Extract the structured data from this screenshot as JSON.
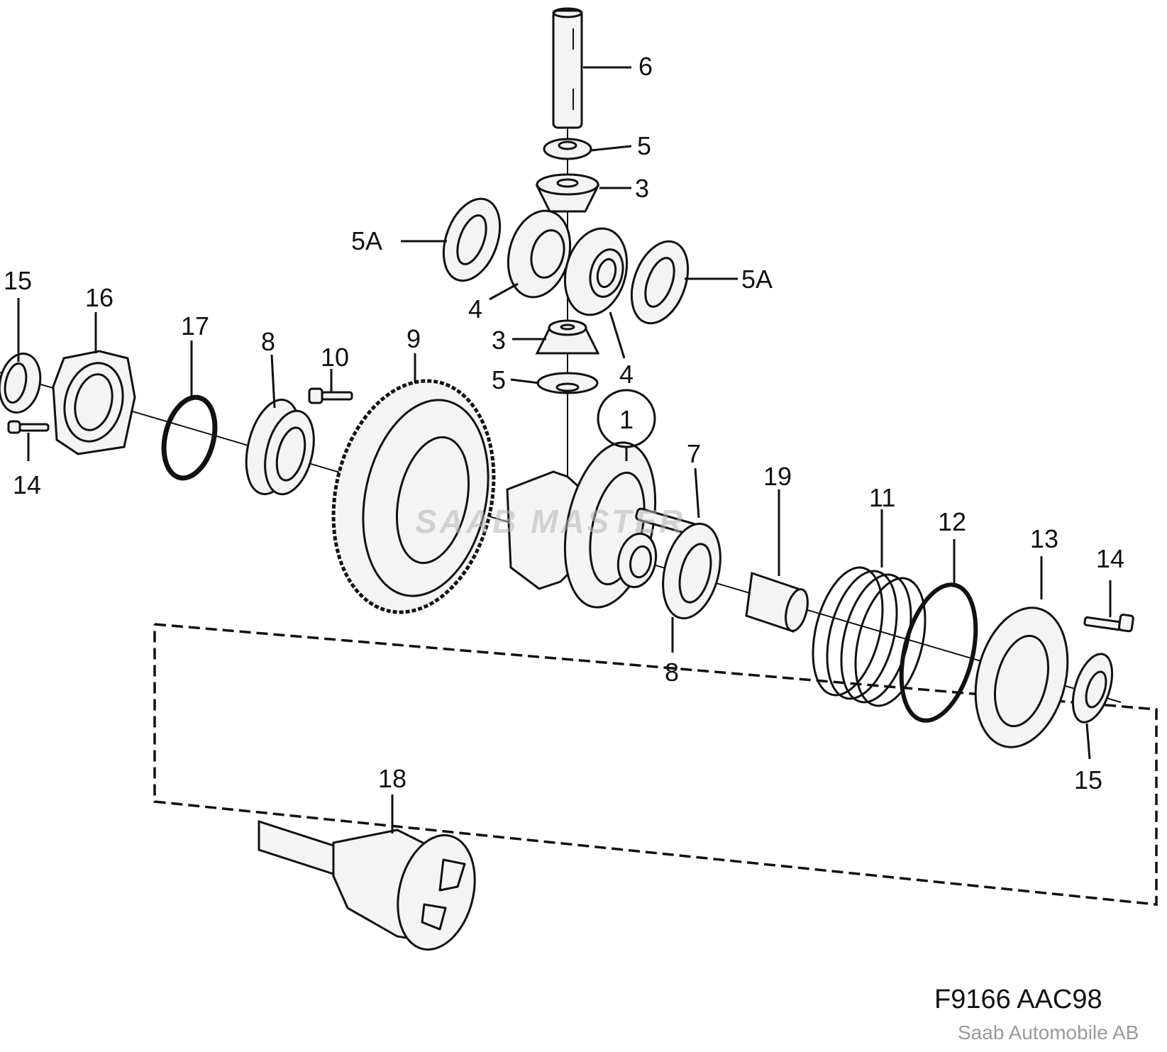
{
  "diagram": {
    "callouts": [
      {
        "id": "c-6",
        "label": "6"
      },
      {
        "id": "c-5-top",
        "label": "5"
      },
      {
        "id": "c-3-top",
        "label": "3"
      },
      {
        "id": "c-5a-left",
        "label": "5A"
      },
      {
        "id": "c-5a-right",
        "label": "5A"
      },
      {
        "id": "c-4-left",
        "label": "4"
      },
      {
        "id": "c-4-right",
        "label": "4"
      },
      {
        "id": "c-3-bottom",
        "label": "3"
      },
      {
        "id": "c-5-bottom",
        "label": "5"
      },
      {
        "id": "c-1",
        "label": "1"
      },
      {
        "id": "c-15-left",
        "label": "15"
      },
      {
        "id": "c-16",
        "label": "16"
      },
      {
        "id": "c-17",
        "label": "17"
      },
      {
        "id": "c-8-left",
        "label": "8"
      },
      {
        "id": "c-10",
        "label": "10"
      },
      {
        "id": "c-9",
        "label": "9"
      },
      {
        "id": "c-14-left",
        "label": "14"
      },
      {
        "id": "c-7",
        "label": "7"
      },
      {
        "id": "c-19",
        "label": "19"
      },
      {
        "id": "c-11",
        "label": "11"
      },
      {
        "id": "c-12",
        "label": "12"
      },
      {
        "id": "c-13",
        "label": "13"
      },
      {
        "id": "c-14-right",
        "label": "14"
      },
      {
        "id": "c-8-bottom",
        "label": "8"
      },
      {
        "id": "c-15-right",
        "label": "15"
      },
      {
        "id": "c-18",
        "label": "18"
      }
    ],
    "reference_code": "F9166 AAC98",
    "copyright": "Saab Automobile AB",
    "watermark": "SAAB MASTER"
  }
}
